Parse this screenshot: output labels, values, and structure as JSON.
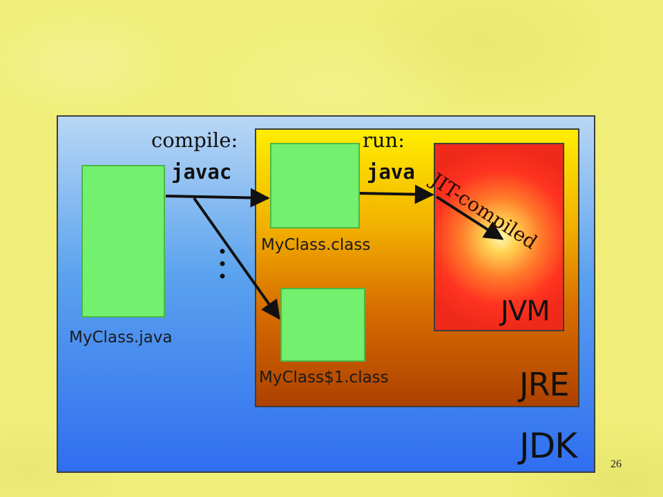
{
  "slide": {
    "page_number": "26"
  },
  "diagram": {
    "containers": {
      "jdk": "JDK",
      "jre": "JRE",
      "jvm": "JVM"
    },
    "files": {
      "source": "MyClass.java",
      "compiled": "MyClass.class",
      "inner": "MyClass$1.class"
    },
    "steps": {
      "compile_label": "compile:",
      "compile_command": "javac",
      "run_label": "run:",
      "run_command": "java",
      "jit_label": "JIT-compiled"
    }
  },
  "colors": {
    "slide_background": "#f0ee78",
    "jdk_fill": "#2f6ef0",
    "jre_fill": "#f2b000",
    "jvm_fill": "#ff3320",
    "file_fill": "#72f06e"
  },
  "icons": [
    "arrow-icon",
    "ellipsis-icon"
  ]
}
